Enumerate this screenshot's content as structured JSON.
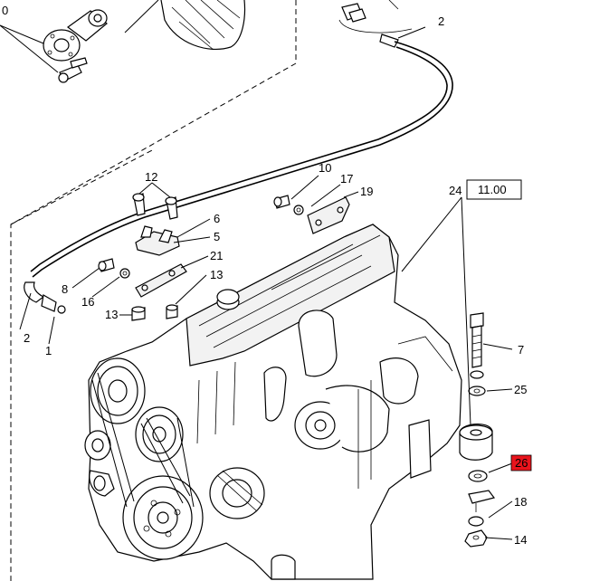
{
  "callouts": {
    "c0": "0",
    "c2_top": "2",
    "c12": "12",
    "c10": "10",
    "c17": "17",
    "c19": "19",
    "c24": "24",
    "ref_box": "11.00",
    "c6": "6",
    "c5": "5",
    "c21": "21",
    "c8": "8",
    "c16": "16",
    "c13_right": "13",
    "c13_left": "13",
    "c2_left": "2",
    "c1": "1",
    "c7": "7",
    "c25": "25",
    "c26": "26",
    "c18": "18",
    "c14": "14"
  },
  "colors": {
    "highlight": "#e8141c",
    "ink": "#000000",
    "paper": "#ffffff"
  }
}
